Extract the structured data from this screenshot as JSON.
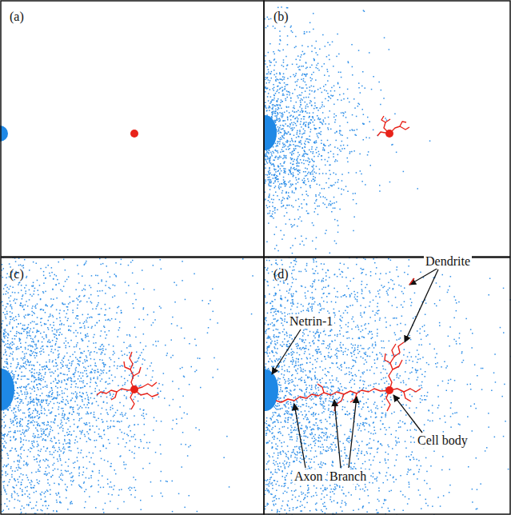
{
  "diagram": {
    "labels": [
      "(a)",
      "(b)",
      "(c)",
      "(d)",
      "Netrin-1",
      "Dendrite",
      "Cell body",
      "Axon",
      "Branch"
    ]
  }
}
